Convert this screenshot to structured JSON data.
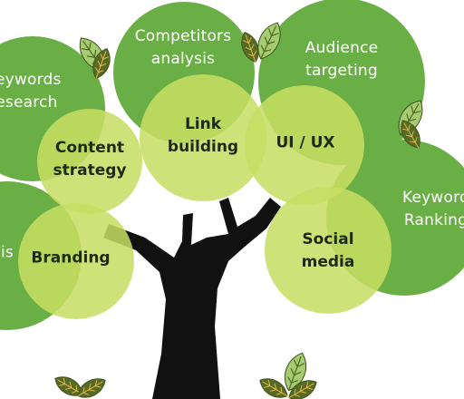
{
  "colors": {
    "outer_circle": "#6aaf45",
    "inner_circle": "#c7dd63",
    "trunk": "#111111",
    "leaf_light": "#a5cc72",
    "leaf_dark": "#556b24",
    "dark_text": "#1f2a16",
    "white_text": "#ffffff"
  },
  "outer_nodes": [
    {
      "label": "Competitors\nanalysis"
    },
    {
      "label": "Audience\ntargeting"
    },
    {
      "label": "Keywords\nresearch"
    },
    {
      "label": "Keyword\nRanking"
    },
    {
      "label": "is"
    }
  ],
  "inner_nodes": [
    {
      "label": "Content\nstrategy"
    },
    {
      "label": "Link\nbuilding"
    },
    {
      "label": "UI / UX"
    },
    {
      "label": "Branding"
    },
    {
      "label": "Social\nmedia"
    }
  ],
  "leaf_icons": [
    "leaf-icon",
    "leaf-icon",
    "leaf-icon",
    "leaf-icon",
    "leaf-icon",
    "leaf-icon",
    "leaf-icon",
    "leaf-icon"
  ]
}
